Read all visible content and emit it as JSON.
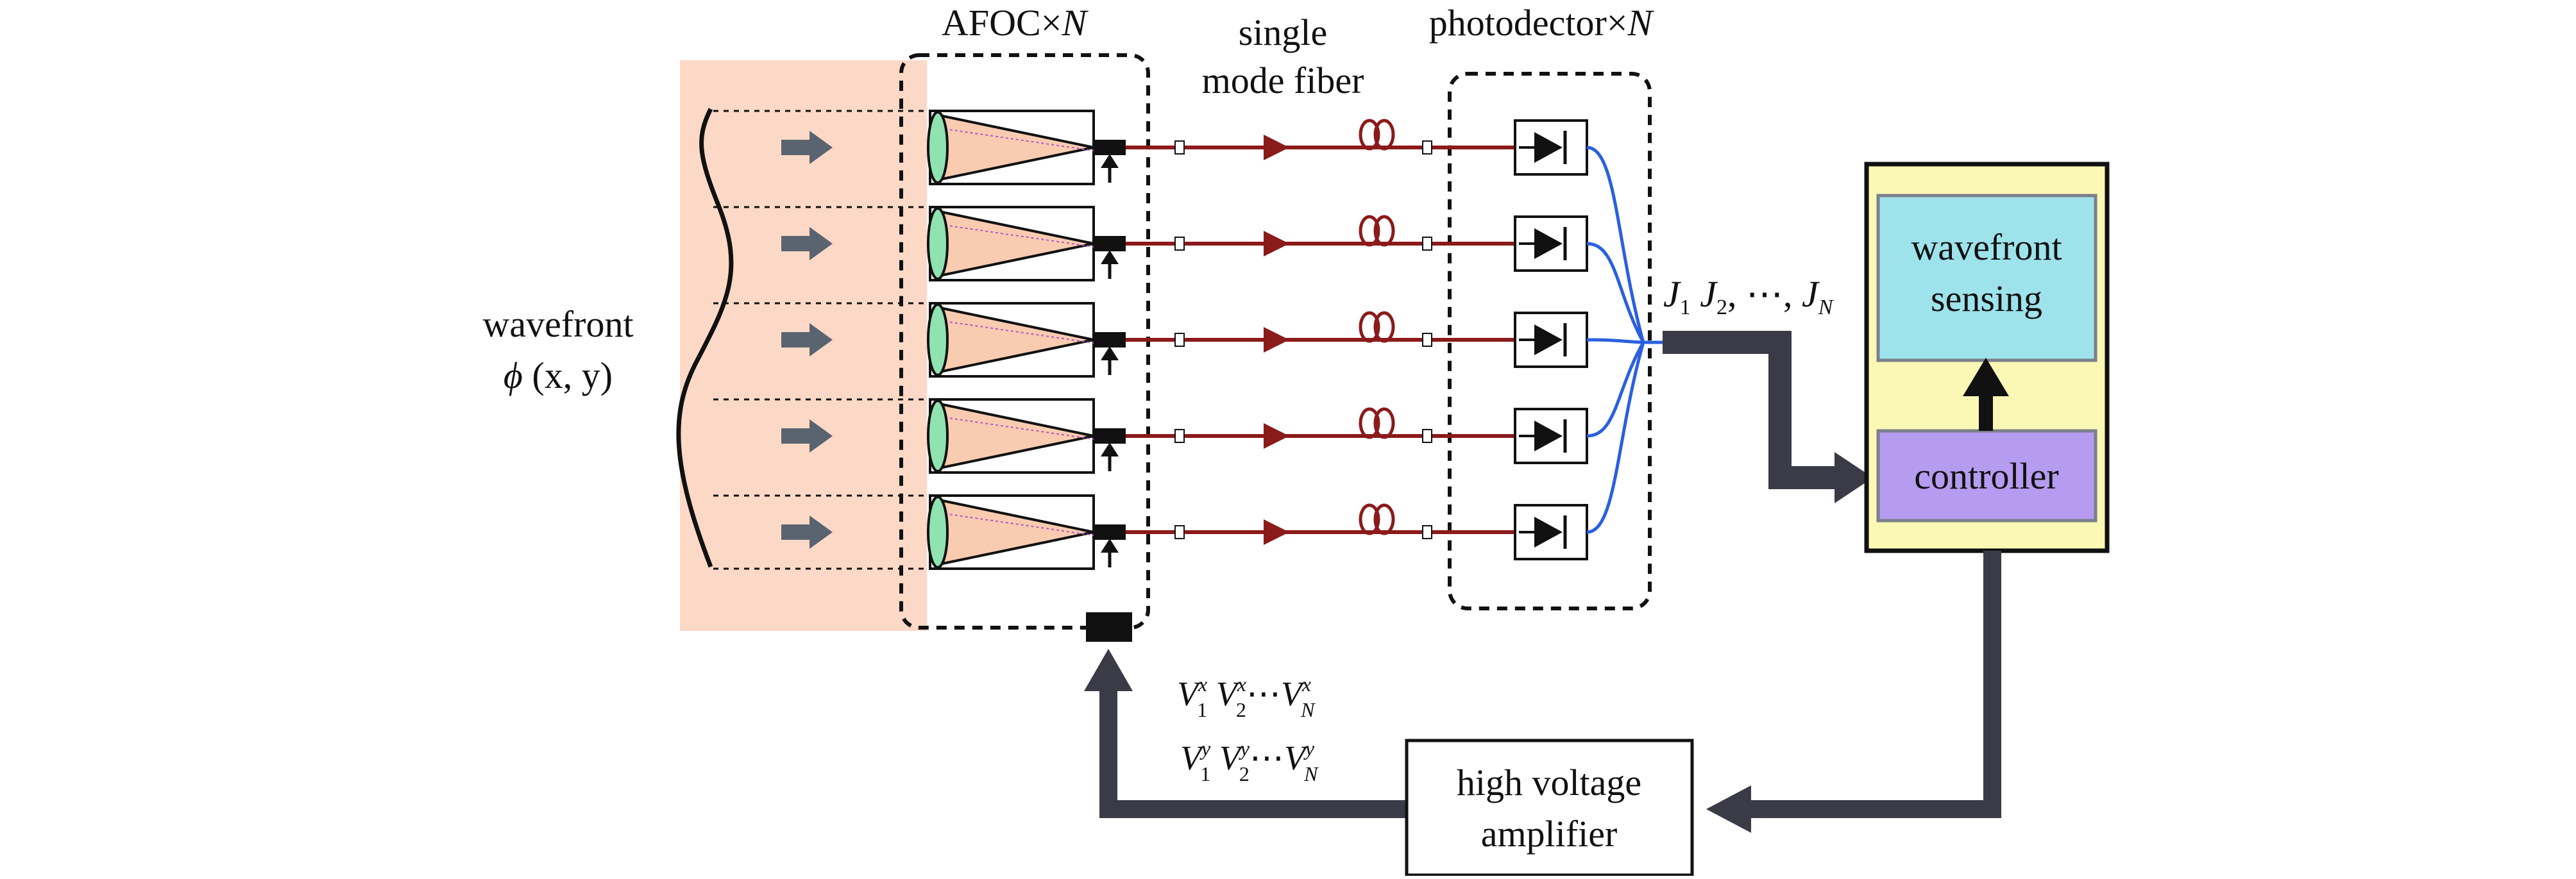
{
  "labels": {
    "afoc_main": "AFOC×",
    "afoc_n": "N",
    "fiber_line1": "single",
    "fiber_line2": "mode fiber",
    "pd_main": "photodector×",
    "pd_n": "N",
    "wavefront_line1": "wavefront",
    "wavefront_phi": "ϕ",
    "wavefront_args": " (x, y)",
    "sensing_line1": "wavefront",
    "sensing_line2": "sensing",
    "controller": "controller",
    "hva_line1": "high voltage",
    "hva_line2": "amplifier"
  },
  "signals": {
    "J1": "J",
    "J1_sub": "1",
    "J2": "J",
    "J2_sub": "2",
    "dots": ", ⋯, ",
    "JN": "J",
    "JN_sub": "N",
    "Vx1": "V",
    "Vx1_sup": "x",
    "Vx1_sub": "1",
    "Vx2": "V",
    "Vx2_sup": "x",
    "Vx2_sub": "2",
    "Vx_dots": "⋯",
    "VxN": "V",
    "VxN_sup": "x",
    "VxN_sub": "N",
    "Vy1": "V",
    "Vy1_sup": "y",
    "Vy1_sub": "1",
    "Vy2": "V",
    "Vy2_sup": "y",
    "Vy2_sub": "2",
    "Vy_dots": "⋯",
    "VyN": "V",
    "VyN_sup": "y",
    "VyN_sub": "N"
  },
  "colors": {
    "wavefront_bg": "#fbd9c6",
    "lens": "#8fe3b0",
    "cone": "#f9cbb0",
    "fiber": "#8b1a1a",
    "blue_lines": "#2a5fe0",
    "bus": "#3b3b48",
    "controller_box": "#fbf8b6",
    "sensing_fill": "#9ee3ec",
    "controller_fill": "#b69cf0",
    "arrow_gray": "#5a6470"
  },
  "channel_count": 5
}
